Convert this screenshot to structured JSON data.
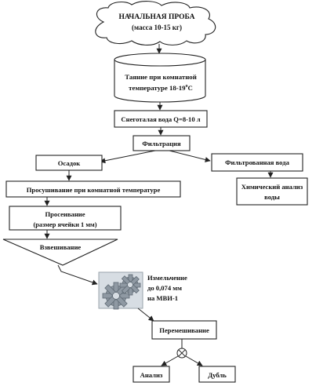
{
  "diagram": {
    "start": {
      "line1": "НАЧАЛЬНАЯ ПРОБА",
      "line2": "(масса 10-15 кг)"
    },
    "thaw": {
      "line1": "Таяние при комнатной",
      "line2_main": "температуре 18-19",
      "line2_sup": "o",
      "line2_end": "C"
    },
    "snow_water": "Снеготалая вода Q=8-10 л",
    "filtration": "Фильтрация",
    "sediment": "Осадок",
    "filtered_water": "Фильтрованная вода",
    "drying": "Просушивание при комнатной температуре",
    "chem_analysis": {
      "line1": "Химический анализ",
      "line2": "воды"
    },
    "sieving": {
      "line1": "Просеивание",
      "line2": "(размер ячейки 1 мм)"
    },
    "weighing": "Взвешивание",
    "grinding": {
      "line1": "Измельчение",
      "line2": "до 0,074 мм",
      "line3": "на МВИ-1"
    },
    "mixing": "Перемешивание",
    "analysis": "Анализ",
    "duplicate": "Дубль",
    "colors": {
      "stroke": "#222222",
      "gear": "#8f99a3",
      "gear_bg": "#d7dde3"
    },
    "icons": {
      "grinder": "gears-icon",
      "divider": "circle-cross-icon"
    }
  }
}
